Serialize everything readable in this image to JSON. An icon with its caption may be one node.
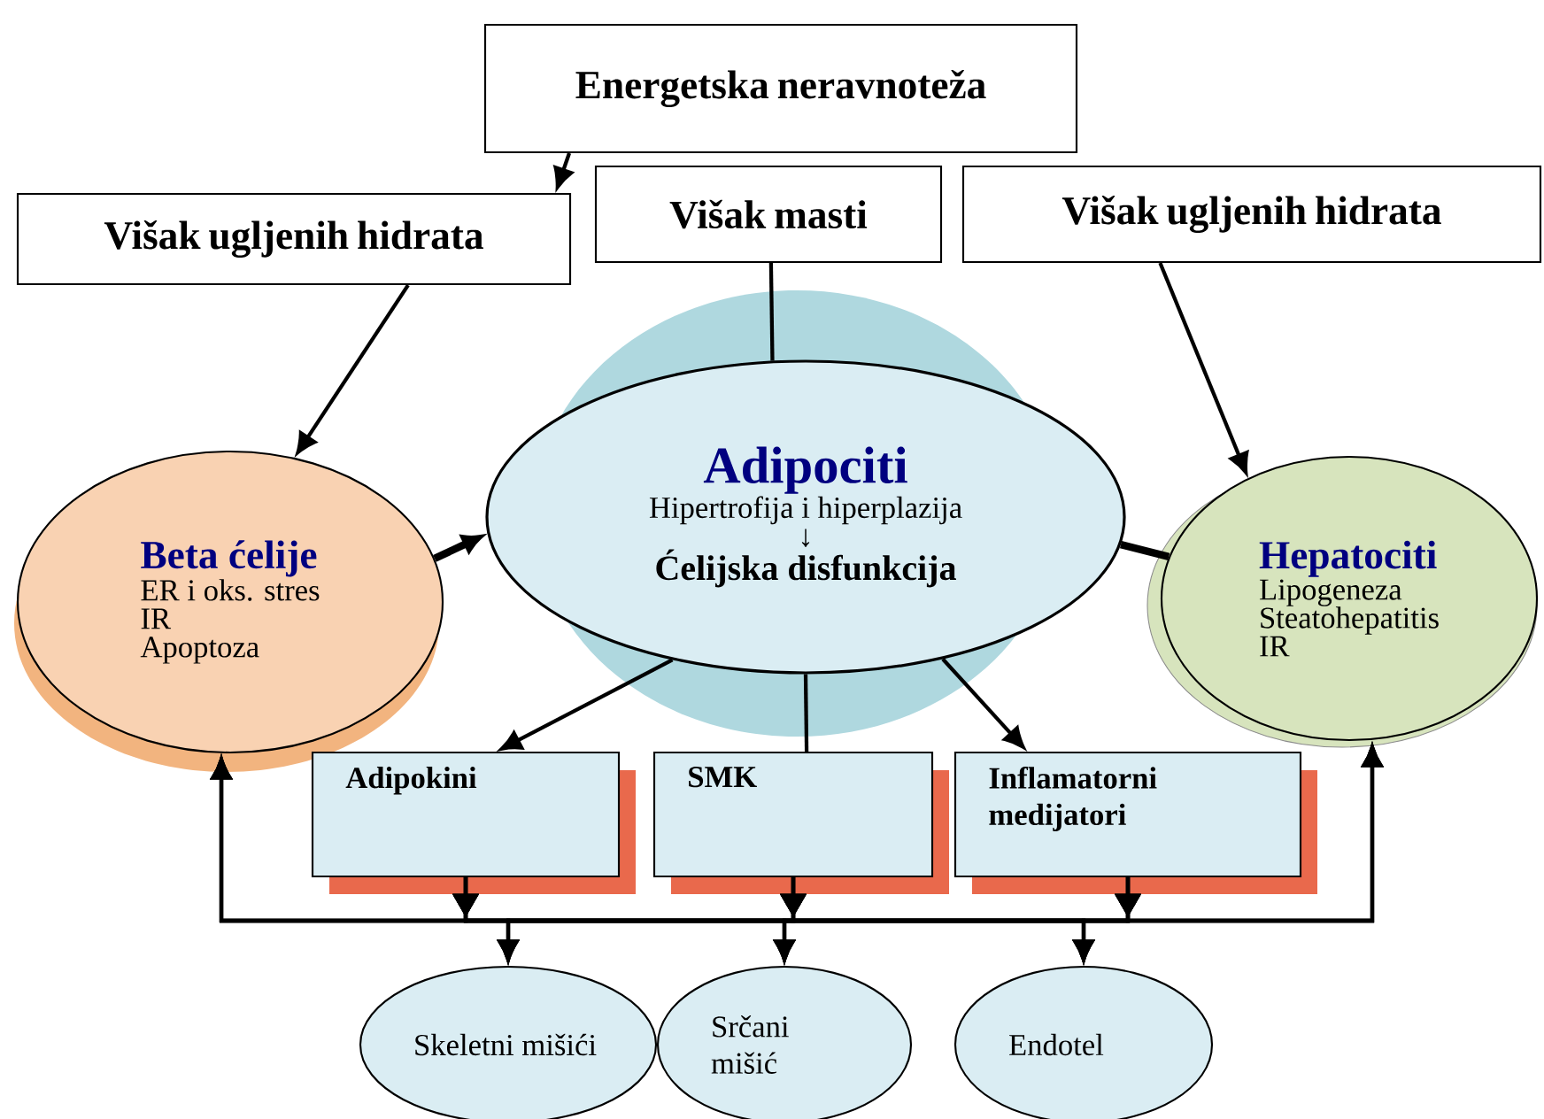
{
  "diagram": {
    "nodes": [
      {
        "text": [
          "Energetska neravnoteža"
        ]
      },
      {
        "text": [
          "Višak ugljenih hidrata"
        ]
      },
      {
        "text": [
          "Višak masti"
        ]
      },
      {
        "text": [
          "Višak ugljenih hidrata"
        ]
      },
      {
        "text": [
          "Adipociti",
          "Hipertrofija i hiperplazija",
          "↓",
          "Ćelijska disfunkcija"
        ]
      },
      {
        "text": [
          "Beta ćelije",
          "ER i oks. stres",
          "IR",
          "Apoptoza"
        ]
      },
      {
        "text": [
          "Hepatociti",
          "Lipogeneza",
          "Steatohepatitis",
          "IR"
        ]
      },
      {
        "text": [
          "Adipokini"
        ]
      },
      {
        "text": [
          "SMK"
        ]
      },
      {
        "text": [
          "Inflamatorni medijatori"
        ]
      },
      {
        "text": [
          "Skeletni mišići"
        ]
      },
      {
        "text": [
          "Srčani mišić"
        ]
      },
      {
        "text": [
          "Endotel"
        ]
      }
    ],
    "edges": [
      {
        "from": 0,
        "to": 1,
        "arrow": "to"
      },
      {
        "from": 1,
        "to": 5,
        "arrow": "to"
      },
      {
        "from": 3,
        "to": 6,
        "arrow": "to"
      },
      {
        "from": 2,
        "to": 4,
        "arrow": "none"
      },
      {
        "from": 5,
        "to": 4,
        "arrow": "to",
        "style": "thick"
      },
      {
        "from": 6,
        "to": 4,
        "arrow": "none",
        "style": "thick"
      },
      {
        "from": 4,
        "to": 7,
        "arrow": "to"
      },
      {
        "from": 4,
        "to": 8,
        "arrow": "none"
      },
      {
        "from": 4,
        "to": 9,
        "arrow": "to"
      },
      {
        "from": 7,
        "to": 5,
        "arrow": "to"
      },
      {
        "from": 7,
        "to": 10,
        "arrow": "to"
      },
      {
        "from": 7,
        "to": 11,
        "arrow": "to"
      },
      {
        "from": 7,
        "to": 12,
        "arrow": "to"
      },
      {
        "from": 7,
        "to": 6,
        "arrow": "to"
      },
      {
        "from": 8,
        "to": 5,
        "arrow": "to"
      },
      {
        "from": 8,
        "to": 10,
        "arrow": "to"
      },
      {
        "from": 8,
        "to": 11,
        "arrow": "to"
      },
      {
        "from": 8,
        "to": 12,
        "arrow": "to"
      },
      {
        "from": 8,
        "to": 6,
        "arrow": "to"
      },
      {
        "from": 9,
        "to": 5,
        "arrow": "to"
      },
      {
        "from": 9,
        "to": 10,
        "arrow": "to"
      },
      {
        "from": 9,
        "to": 11,
        "arrow": "to"
      },
      {
        "from": 9,
        "to": 12,
        "arrow": "to"
      },
      {
        "from": 9,
        "to": 6,
        "arrow": "to"
      }
    ]
  }
}
